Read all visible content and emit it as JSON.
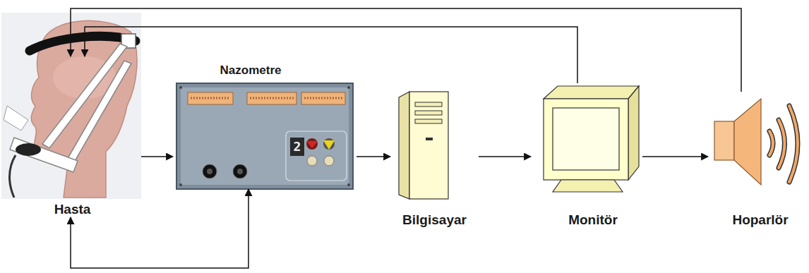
{
  "diagram": {
    "nodes": [
      {
        "text": [
          "Hasta"
        ]
      },
      {
        "text": [
          "Nazometre"
        ]
      },
      {
        "text": [
          "Bilgisayar"
        ]
      },
      {
        "text": [
          "Monitör"
        ]
      },
      {
        "text": [
          "Hoparlör"
        ]
      }
    ],
    "edges": [
      {
        "from": 0,
        "to": 1,
        "arrow": "to"
      },
      {
        "from": 1,
        "to": 2,
        "arrow": "to"
      },
      {
        "from": 2,
        "to": 3,
        "arrow": "to"
      },
      {
        "from": 3,
        "to": 4,
        "arrow": "to"
      },
      {
        "from": 3,
        "to": 0,
        "arrow": "to"
      },
      {
        "from": 4,
        "to": 0,
        "arrow": "to"
      },
      {
        "from": 0,
        "to": 1,
        "arrow": "both"
      }
    ],
    "labels": [
      "2"
    ]
  }
}
